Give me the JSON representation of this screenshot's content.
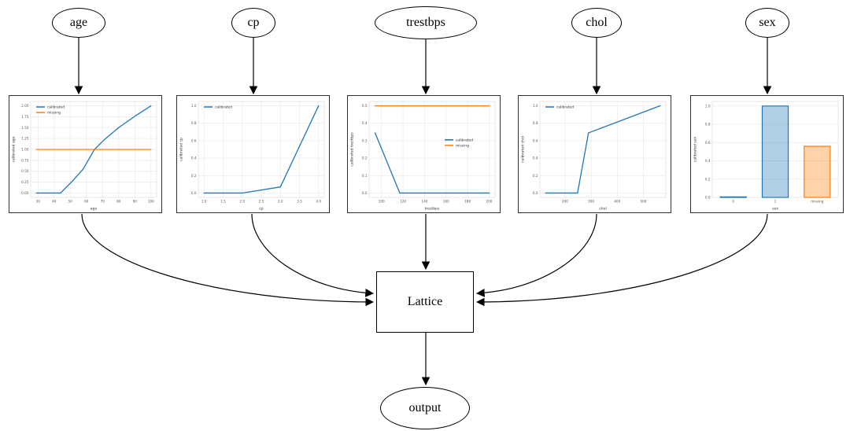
{
  "diagram": {
    "nodes": {
      "age": {
        "label": "age"
      },
      "cp": {
        "label": "cp"
      },
      "trestbps": {
        "label": "trestbps"
      },
      "chol": {
        "label": "chol"
      },
      "sex": {
        "label": "sex"
      },
      "lattice": {
        "label": "Lattice"
      },
      "output": {
        "label": "output"
      }
    },
    "edges": [
      {
        "from": "age",
        "to": "calibration-age"
      },
      {
        "from": "cp",
        "to": "calibration-cp"
      },
      {
        "from": "trestbps",
        "to": "calibration-trestbps"
      },
      {
        "from": "chol",
        "to": "calibration-chol"
      },
      {
        "from": "sex",
        "to": "calibration-sex"
      },
      {
        "from": "calibration-age",
        "to": "lattice"
      },
      {
        "from": "calibration-cp",
        "to": "lattice"
      },
      {
        "from": "calibration-trestbps",
        "to": "lattice"
      },
      {
        "from": "calibration-chol",
        "to": "lattice"
      },
      {
        "from": "calibration-sex",
        "to": "lattice"
      },
      {
        "from": "lattice",
        "to": "output"
      }
    ]
  },
  "colors": {
    "calibrated": "#1f77b4",
    "missing": "#ff7f0e",
    "edge": "#000000",
    "grid": "#e9e9e9",
    "chart_border": "#2f2f2f"
  },
  "chart_data": [
    {
      "id": "age",
      "type": "line",
      "title": "",
      "xlabel": "age",
      "ylabel": "calibrated age",
      "xlim": [
        25.5,
        103.5
      ],
      "ylim": [
        -0.1,
        2.1
      ],
      "xticks": [
        30,
        40,
        50,
        60,
        70,
        80,
        90,
        100
      ],
      "xtick_labels": [
        "30",
        "40",
        "50",
        "60",
        "70",
        "80",
        "90",
        "100"
      ],
      "yticks": [
        0,
        0.25,
        0.5,
        0.75,
        1.0,
        1.25,
        1.5,
        1.75,
        2.0
      ],
      "ytick_labels": [
        "0.00",
        "0.25",
        "0.50",
        "0.75",
        "1.00",
        "1.25",
        "1.50",
        "1.75",
        "2.00"
      ],
      "legend": {
        "position": "upper-left",
        "entries": [
          {
            "label": "calibrated",
            "color": "#1f77b4"
          },
          {
            "label": "missing",
            "color": "#ff7f0e"
          }
        ]
      },
      "series": [
        {
          "name": "calibrated",
          "color": "#1f77b4",
          "points": [
            [
              29,
              0
            ],
            [
              44,
              0
            ],
            [
              52,
              0.3
            ],
            [
              58,
              0.55
            ],
            [
              65,
              1.0
            ],
            [
              71,
              1.22
            ],
            [
              80,
              1.5
            ],
            [
              90,
              1.76
            ],
            [
              100,
              2.0
            ]
          ]
        },
        {
          "name": "missing",
          "color": "#ff7f0e",
          "points": [
            [
              29,
              1.0
            ],
            [
              100,
              1.0
            ]
          ]
        }
      ]
    },
    {
      "id": "cp",
      "type": "line",
      "title": "",
      "xlabel": "cp",
      "ylabel": "calibrated cp",
      "xlim": [
        0.85,
        4.15
      ],
      "ylim": [
        -0.05,
        1.05
      ],
      "xticks": [
        1.0,
        1.5,
        2.0,
        2.5,
        3.0,
        3.5,
        4.0
      ],
      "xtick_labels": [
        "1.0",
        "1.5",
        "2.0",
        "2.5",
        "3.0",
        "3.5",
        "4.0"
      ],
      "yticks": [
        0,
        0.2,
        0.4,
        0.6,
        0.8,
        1.0
      ],
      "ytick_labels": [
        "0.0",
        "0.2",
        "0.4",
        "0.6",
        "0.8",
        "1.0"
      ],
      "legend": {
        "position": "upper-left",
        "entries": [
          {
            "label": "calibrated",
            "color": "#1f77b4"
          }
        ]
      },
      "series": [
        {
          "name": "calibrated",
          "color": "#1f77b4",
          "points": [
            [
              1,
              0
            ],
            [
              2,
              0
            ],
            [
              3,
              0.07
            ],
            [
              4,
              1.0
            ]
          ]
        }
      ]
    },
    {
      "id": "trestbps",
      "type": "line",
      "title": "",
      "xlabel": "trestbps",
      "ylabel": "calibrated trestbps",
      "xlim": [
        88.5,
        205.5
      ],
      "ylim": [
        -0.025,
        0.525
      ],
      "xticks": [
        100,
        120,
        140,
        160,
        180,
        200
      ],
      "xtick_labels": [
        "100",
        "120",
        "140",
        "160",
        "180",
        "200"
      ],
      "yticks": [
        0,
        0.1,
        0.2,
        0.3,
        0.4,
        0.5
      ],
      "ytick_labels": [
        "0.0",
        "0.1",
        "0.2",
        "0.3",
        "0.4",
        "0.5"
      ],
      "legend": {
        "position": "center-right",
        "entries": [
          {
            "label": "calibrated",
            "color": "#1f77b4"
          },
          {
            "label": "missing",
            "color": "#ff7f0e"
          }
        ]
      },
      "series": [
        {
          "name": "calibrated",
          "color": "#1f77b4",
          "points": [
            [
              94,
              0.345
            ],
            [
              117,
              0
            ],
            [
              200,
              0
            ]
          ]
        },
        {
          "name": "missing",
          "color": "#ff7f0e",
          "points": [
            [
              94,
              0.5
            ],
            [
              200,
              0.5
            ]
          ]
        }
      ]
    },
    {
      "id": "chol",
      "type": "line",
      "title": "",
      "xlabel": "chol",
      "ylabel": "calibrated chol",
      "xlim": [
        104,
        586
      ],
      "ylim": [
        -0.05,
        1.05
      ],
      "xticks": [
        200,
        300,
        400,
        500
      ],
      "xtick_labels": [
        "200",
        "300",
        "400",
        "500"
      ],
      "yticks": [
        0,
        0.2,
        0.4,
        0.6,
        0.8,
        1.0
      ],
      "ytick_labels": [
        "0.0",
        "0.2",
        "0.4",
        "0.6",
        "0.8",
        "1.0"
      ],
      "legend": {
        "position": "upper-left",
        "entries": [
          {
            "label": "calibrated",
            "color": "#1f77b4"
          }
        ]
      },
      "series": [
        {
          "name": "calibrated",
          "color": "#1f77b4",
          "points": [
            [
              126,
              0
            ],
            [
              248,
              0
            ],
            [
              290,
              0.69
            ],
            [
              564,
              1.0
            ]
          ]
        }
      ]
    },
    {
      "id": "sex",
      "type": "bar",
      "title": "",
      "xlabel": "sex",
      "ylabel": "calibrated sex",
      "categories": [
        "0",
        "1",
        "missing"
      ],
      "values": [
        0.005,
        1.0,
        0.56
      ],
      "bars": [
        {
          "fill": "rgba(31,119,180,0.35)",
          "edge": "#1f77b4"
        },
        {
          "fill": "rgba(31,119,180,0.35)",
          "edge": "#1f77b4"
        },
        {
          "fill": "rgba(255,127,14,0.35)",
          "edge": "#ff7f0e"
        }
      ],
      "ylim": [
        0,
        1.05
      ],
      "yticks": [
        0,
        0.2,
        0.4,
        0.6,
        0.8,
        1.0
      ],
      "ytick_labels": [
        "0.0",
        "0.2",
        "0.4",
        "0.6",
        "0.8",
        "1.0"
      ]
    }
  ]
}
